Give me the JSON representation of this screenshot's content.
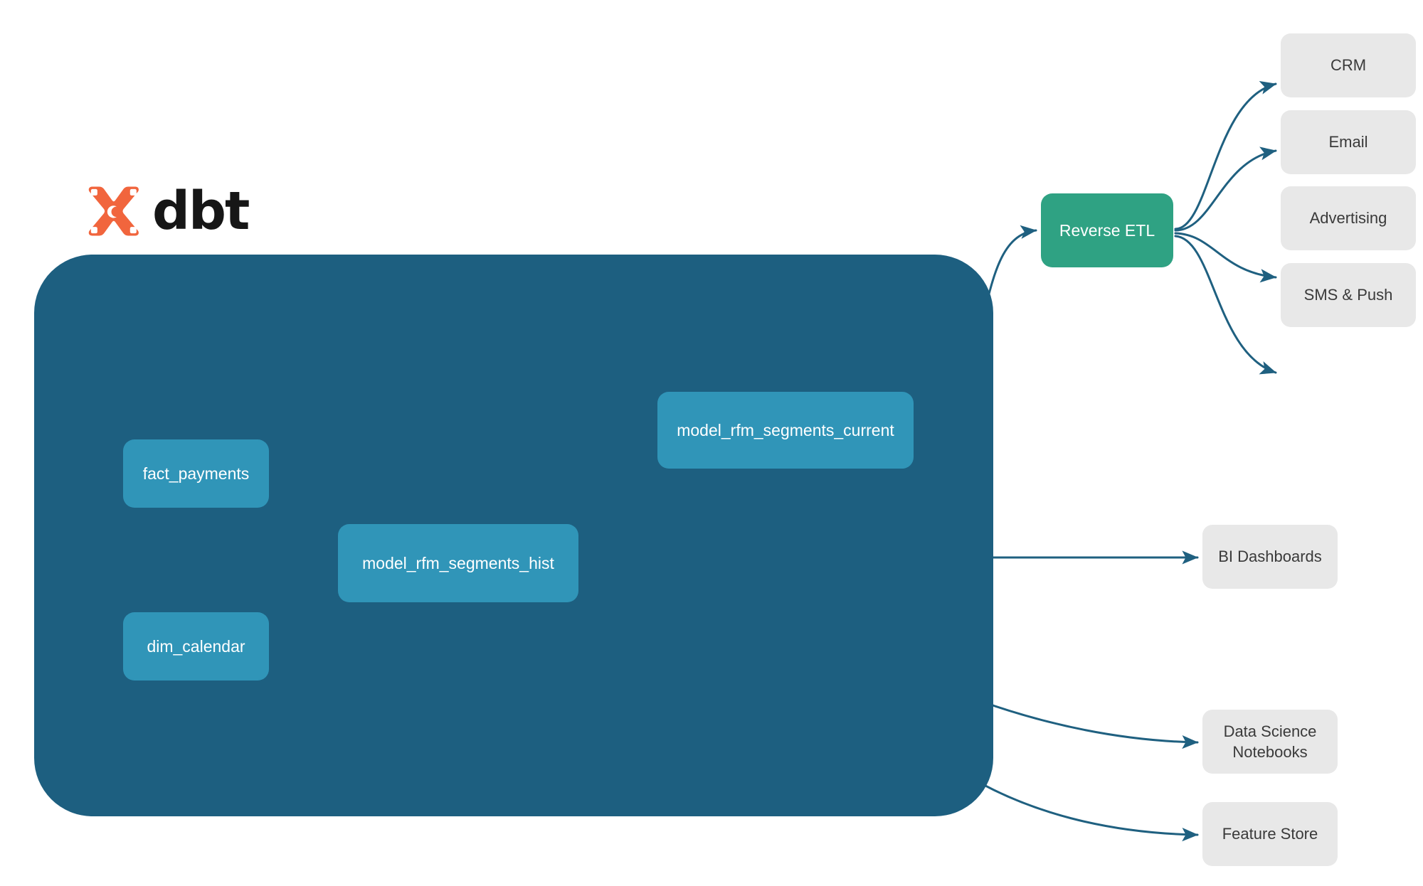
{
  "brand": {
    "wordmark": "dbt",
    "logo_icon": "dbt-logo-icon",
    "logo_color": "#f1653d"
  },
  "colors": {
    "container_bg": "#1d5f80",
    "model_node": "#3095b8",
    "reverse_etl_node": "#2fa283",
    "destination_node": "#e8e8e8",
    "edge_outside": "#1f6080",
    "edge_inside": "#3d92ae",
    "canvas_bg": "#ffffff"
  },
  "container": {
    "name": "dbt-project-container"
  },
  "sources": [
    {
      "id": "fact_payments",
      "label": "fact_payments"
    },
    {
      "id": "dim_calendar",
      "label": "dim_calendar"
    }
  ],
  "models": [
    {
      "id": "model_rfm_segments_hist",
      "label": "model_rfm_segments_hist"
    },
    {
      "id": "model_rfm_segments_current",
      "label": "model_rfm_segments_current"
    }
  ],
  "activation": {
    "id": "reverse_etl",
    "label": "Reverse ETL"
  },
  "destinations": {
    "reverse_etl_targets": [
      {
        "id": "crm",
        "label": "CRM"
      },
      {
        "id": "email",
        "label": "Email"
      },
      {
        "id": "advertising",
        "label": "Advertising"
      },
      {
        "id": "sms_push",
        "label": "SMS & Push"
      }
    ],
    "analytics_targets": [
      {
        "id": "bi_dashboards",
        "label": "BI Dashboards"
      },
      {
        "id": "ds_notebooks",
        "label": "Data Science\nNotebooks",
        "line1": "Data Science",
        "line2": "Notebooks"
      },
      {
        "id": "feature_store",
        "label": "Feature Store"
      }
    ]
  },
  "edges": [
    {
      "from": "fact_payments",
      "to": "model_rfm_segments_hist"
    },
    {
      "from": "dim_calendar",
      "to": "model_rfm_segments_hist"
    },
    {
      "from": "model_rfm_segments_hist",
      "to": "model_rfm_segments_current"
    },
    {
      "from": "model_rfm_segments_current",
      "to": "reverse_etl"
    },
    {
      "from": "model_rfm_segments_hist",
      "to": "bi_dashboards"
    },
    {
      "from": "model_rfm_segments_hist",
      "to": "ds_notebooks"
    },
    {
      "from": "model_rfm_segments_hist",
      "to": "feature_store"
    },
    {
      "from": "reverse_etl",
      "to": "crm"
    },
    {
      "from": "reverse_etl",
      "to": "email"
    },
    {
      "from": "reverse_etl",
      "to": "advertising"
    },
    {
      "from": "reverse_etl",
      "to": "sms_push"
    }
  ]
}
